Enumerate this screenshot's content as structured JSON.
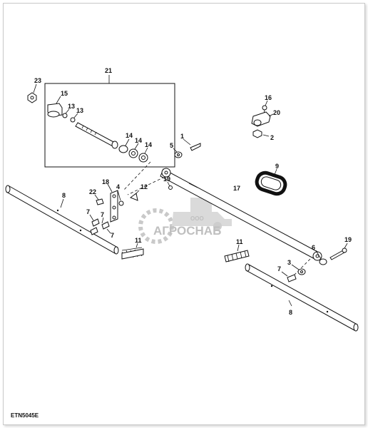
{
  "diagram": {
    "code": "ETN5045E",
    "group_label": "21",
    "labels": {
      "p1": "1",
      "p2": "2",
      "p3": "3",
      "p4": "4",
      "p5": "5",
      "p6": "6",
      "p7a": "7",
      "p7b": "7",
      "p7c": "7",
      "p7d": "7",
      "p8a": "8",
      "p8b": "8",
      "p9": "9",
      "p11a": "11",
      "p11b": "11",
      "p12": "12",
      "p13a": "13",
      "p13b": "13",
      "p14a": "14",
      "p14b": "14",
      "p14c": "14",
      "p15": "15",
      "p16": "16",
      "p17": "17",
      "p18": "18",
      "p19a": "19",
      "p19b": "19",
      "p20": "20",
      "p22": "22",
      "p23": "23"
    }
  },
  "watermark": {
    "prefix": "ООО",
    "name": "АГРОСНАБ"
  }
}
